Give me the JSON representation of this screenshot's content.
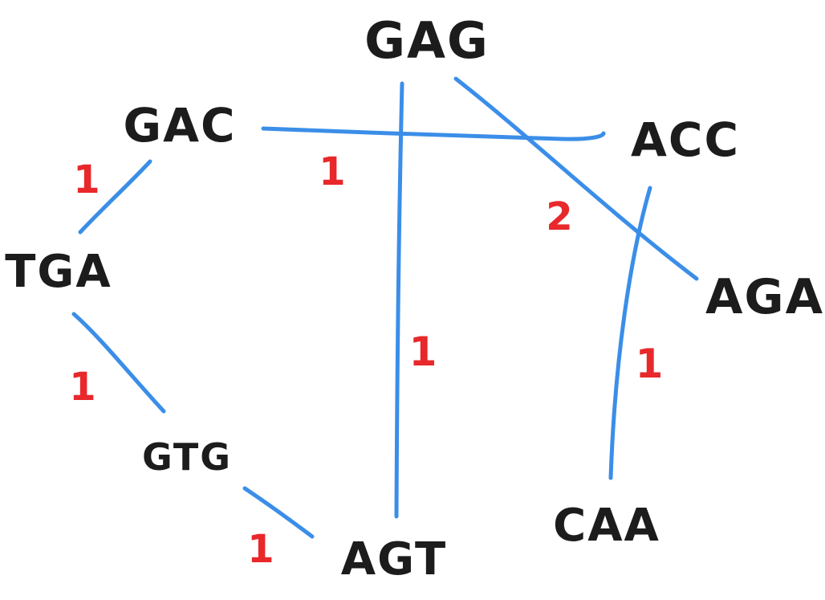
{
  "colors": {
    "background": "#ffffff",
    "node_text": "#1c1c1c",
    "edge": "#3b8ee8",
    "weight": "#e8282b"
  },
  "nodes": [
    {
      "id": "GAG",
      "label": "GAG"
    },
    {
      "id": "GAC",
      "label": "GAC"
    },
    {
      "id": "ACC",
      "label": "ACC"
    },
    {
      "id": "TGA",
      "label": "TGA"
    },
    {
      "id": "AGA",
      "label": "AGA"
    },
    {
      "id": "GTG",
      "label": "GTG"
    },
    {
      "id": "AGT",
      "label": "AGT"
    },
    {
      "id": "CAA",
      "label": "CAA"
    }
  ],
  "edges": [
    {
      "from": "GAC",
      "to": "TGA",
      "weight": "1"
    },
    {
      "from": "GAC",
      "to": "ACC",
      "weight": "1"
    },
    {
      "from": "GAG",
      "to": "AGT",
      "weight": "1"
    },
    {
      "from": "GAG",
      "to": "AGA",
      "weight": "2"
    },
    {
      "from": "ACC",
      "to": "CAA",
      "weight": "1"
    },
    {
      "from": "TGA",
      "to": "GTG",
      "weight": "1"
    },
    {
      "from": "GTG",
      "to": "AGT",
      "weight": "1"
    }
  ]
}
